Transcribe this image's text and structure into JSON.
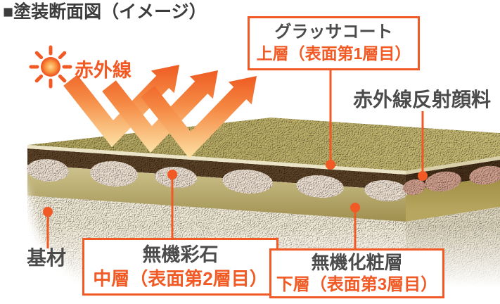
{
  "title": "■塗装断面図（イメージ）",
  "diagram": {
    "infrared_label": "赤外線",
    "callouts": {
      "glassa": {
        "name": "グラッサコート",
        "layer": "上層（表面第1層目）"
      },
      "pigment": {
        "name": "赤外線反射顔料"
      },
      "stone": {
        "name": "無機彩石",
        "layer": "中層（表面第2層目）"
      },
      "makeup": {
        "name": "無機化粧層",
        "layer": "下層（表面第3層目）"
      },
      "substrate": {
        "name": "基材"
      }
    },
    "colors": {
      "accent_orange": "#f15a24",
      "label_text": "#4b4b4b",
      "title_text": "#3c3c3c",
      "top_coat": "#bfb26a",
      "brown_layer": "#5b4227",
      "brown_layer_side": "#46301a",
      "stone_front": "#ecdfd1",
      "stone_side": "#cf9f8d",
      "makeup_layer_top": "#cdc28c",
      "makeup_layer_bottom": "#9e8e4d",
      "substrate_base": "#f1ead7",
      "background": "#ffffff"
    }
  }
}
